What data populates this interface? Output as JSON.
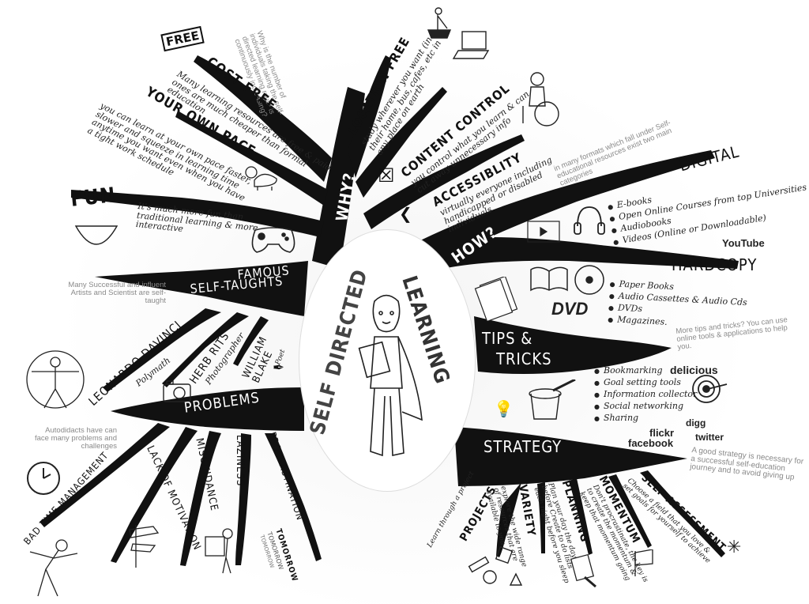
{
  "center": {
    "title_line1": "SELF DIRECTED",
    "title_line2": "LEARNING",
    "illustration": "superhero-with-book"
  },
  "why": {
    "label": "WHY?",
    "question": "Why is the number of individuals taking the self-directed learning route is continuously increasing?",
    "items": [
      {
        "title": "COST FREE",
        "desc": "Many learning resources are free & paid ones are much cheaper than formal education",
        "icon": "free-tag-icon"
      },
      {
        "title": "YOUR OWN PACE",
        "desc": "you can learn at your own pace faster, slower and squeeze in learning time anytime you want even when you have a tight work schedule",
        "icon": "turtle-icon"
      },
      {
        "title": "LOCATION FREE",
        "desc": "study wherever you want (in their home, bus, cafes, etc in any place on earth",
        "icon": "laptop-beach-icon"
      },
      {
        "title": "CONTENT CONTROL",
        "desc": "you control what you learn & can cut away unnecessary info",
        "icon": "crossed-box-icon"
      },
      {
        "title": "ACCESSIBLITY",
        "desc": "virtually everyone including handicapped or disabled individuals",
        "icon": "wheelchair-icon"
      },
      {
        "title": "FUN",
        "desc": "It's much more fun than traditional learning & more interactive",
        "icon": "gamepad-icon"
      }
    ]
  },
  "how": {
    "label": "HOW?",
    "intro": "in many formats which fall under Self-educational resources exist two main categories",
    "digital": {
      "title": "DIGITAL",
      "items": [
        "E-books",
        "Open Online Courses from top Universities",
        "Audiobooks",
        "Videos (Online or Downloadable)"
      ],
      "logo": "YouTube"
    },
    "hardcopy": {
      "title": "HARDCOPY",
      "items": [
        "Paper Books",
        "Audio Cassettes & Audio Cds",
        "DVDs",
        "Magazines."
      ],
      "logo": "DVD"
    }
  },
  "tips": {
    "label_line1": "TIPS &",
    "label_line2": "TRICKS",
    "note": "More tips and tricks? You can use online tools & applications to help you.",
    "items": [
      "Bookmarking",
      "Goal setting tools",
      "Information collector",
      "Social networking",
      "Sharing"
    ],
    "logos": [
      "delicious",
      "digg",
      "flickr",
      "twitter",
      "facebook"
    ]
  },
  "strategy": {
    "label": "STRATEGY",
    "note": "A good strategy is necessary for a successful self-education journey and to avoid giving up",
    "items": [
      {
        "title": "PROJECTS",
        "desc": "Learn through a project"
      },
      {
        "title": "VARIETY",
        "desc": "explore the wide range of resources that are available to you"
      },
      {
        "title": "PLANNING",
        "desc": "Plan your day the day before Create to do lists each night before you sleep"
      },
      {
        "title": "MOMENTUM",
        "desc": "Don't procrastinate, the key is to create the momentum & keep that momentum going"
      },
      {
        "title": "SELF-ASSESSMENT",
        "desc": "Choose a field that you love & set goals for yourself to achieve"
      }
    ]
  },
  "famous": {
    "label_line1": "FAMOUS",
    "label_line2": "SELF-TAUGHTS",
    "note": "Many Successful and influent Artists and Scientist are self-taught",
    "items": [
      {
        "name": "LEONARDO DAVINCI",
        "role": "Polymath"
      },
      {
        "name": "HERB RITS",
        "role": "Photographer"
      },
      {
        "name": "WILLIAM BLAKE",
        "role": "Poet"
      }
    ]
  },
  "problems": {
    "label": "PROBLEMS",
    "note": "Autodidacts have can face many problems and challenges",
    "items": [
      "BAD TIME MANAGEMENT",
      "LACK OF MOTIVATION",
      "MISGUIDANCE",
      "LAZINESS",
      "PROCRASTINATION"
    ],
    "tomorrow": [
      "TOMORROW",
      "TOMORROW",
      "TOMORROW"
    ]
  },
  "colors": {
    "ink": "#111111",
    "paper": "#ffffff",
    "note_grey": "#8a8a8a"
  }
}
